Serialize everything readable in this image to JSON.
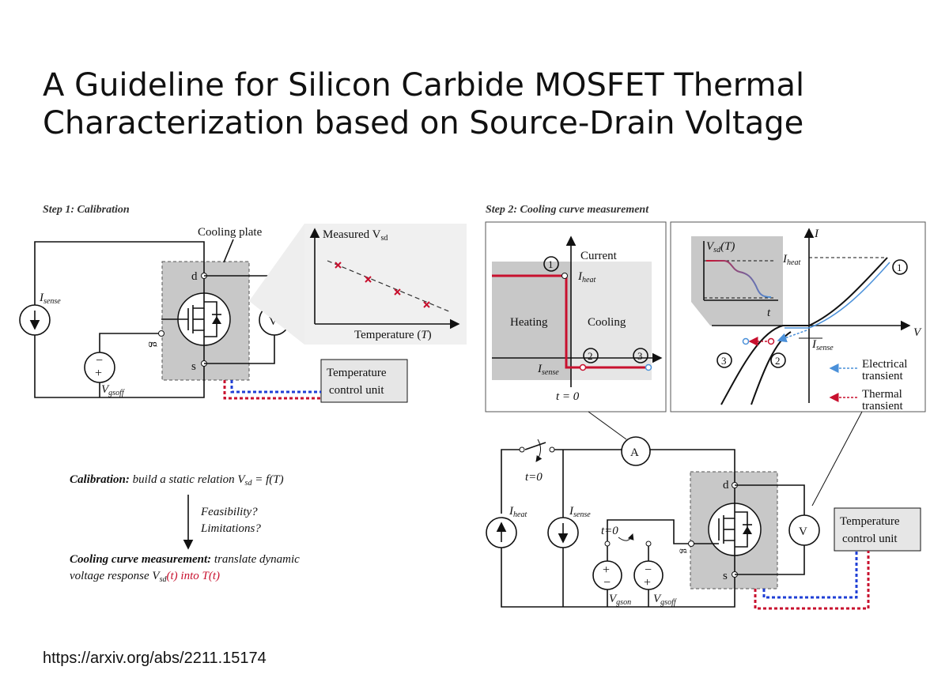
{
  "title": "A Guideline for Silicon Carbide MOSFET Thermal Characterization based on Source-Drain Voltage",
  "url": "https://arxiv.org/abs/2211.15174",
  "colors": {
    "red": "#c8102e",
    "blue": "#1f3fd6",
    "lightblue": "#4a90d9",
    "gray": "#c8c8c8",
    "panel": "#f0f0f0"
  },
  "step1": {
    "heading": "Step 1: Calibration",
    "cooling_plate": "Cooling plate",
    "isense": "I",
    "isense_sub": "sense",
    "vgsoff": "V",
    "vgsoff_sub": "gsoff",
    "d": "d",
    "g": "g",
    "s": "s",
    "v": "V",
    "tcu_line1": "Temperature",
    "tcu_line2": "control unit",
    "plot": {
      "ylabel": "Measured V",
      "ylabel_sub": "sd",
      "xlabel": "Temperature (",
      "xlabel_t": "T",
      "xlabel_end": ")"
    }
  },
  "notes": {
    "cal_bold": "Calibration:",
    "cal_rest": " build a static relation V",
    "cal_sub": "sd",
    "cal_end": " = f(T)",
    "feas1": "Feasibility?",
    "feas2": "Limitations?",
    "cool_bold": "Cooling curve measurement:",
    "cool_rest": " translate dynamic",
    "line2a": "voltage response V",
    "line2_sub": "sd",
    "line2b": "(",
    "line2t": "t",
    "line2c": ") into T(",
    "line2t2": "t",
    "line2d": ")"
  },
  "step2": {
    "heading": "Step 2: Cooling curve measurement",
    "current": "Current",
    "heating": "Heating",
    "cooling": "Cooling",
    "iheat": "I",
    "iheat_sub": "heat",
    "isense": "I",
    "isense_sub": "sense",
    "t0": "t = 0",
    "n1": "1",
    "n2": "2",
    "n3": "3",
    "vsdt": "V",
    "vsdt_sub": "sd",
    "vsdt_end": "(T)",
    "t": "t",
    "I": "I",
    "V": "V",
    "elec1": "Electrical",
    "elec2": "transient",
    "therm1": "Thermal",
    "therm2": "transient",
    "A": "A",
    "t_eq0": "t=0",
    "vgson": "V",
    "vgson_sub": "gson",
    "vgsoff": "V",
    "vgsoff_sub": "gsoff",
    "d": "d",
    "g": "g",
    "s": "s",
    "v": "V",
    "tcu_line1": "Temperature",
    "tcu_line2": "control unit"
  }
}
